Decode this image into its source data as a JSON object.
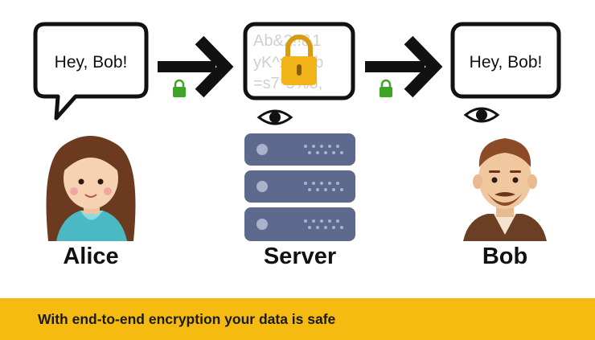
{
  "diagram": {
    "alice_bubble": "Hey, Bob!",
    "bob_bubble": "Hey, Bob!",
    "server_ciphertext": [
      "Ab&2!!&1",
      "yK^x9#?b",
      "=s7*5%o,"
    ],
    "labels": {
      "alice": "Alice",
      "server": "Server",
      "bob": "Bob"
    },
    "icons": {
      "lock": "padlock-icon",
      "eye": "eye-icon",
      "arrow": "right-arrow-icon",
      "server": "server-rack-icon"
    },
    "colors": {
      "banner": "#f6bb11",
      "lock_green": "#3ea52a",
      "padlock_gold": "#f2b318",
      "server_slate": "#5d6a8e"
    }
  },
  "banner": {
    "text": "With end-to-end encryption your data is safe"
  }
}
